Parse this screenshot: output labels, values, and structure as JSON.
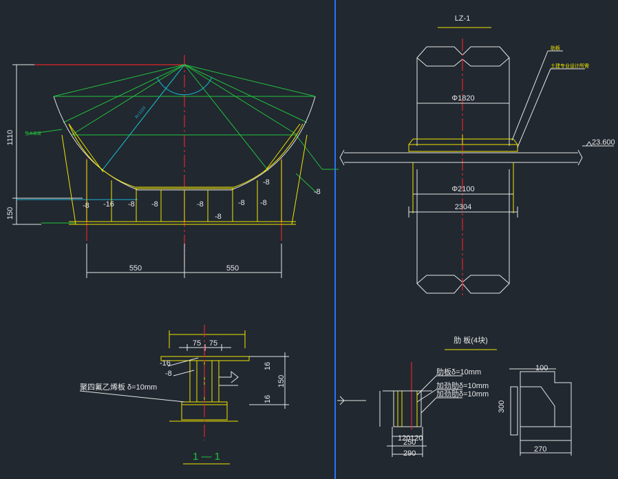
{
  "colors": {
    "background": "#212830",
    "white": "#e8e8e8",
    "yellow": "#f2e600",
    "green": "#22c33b",
    "red": "#e2262a",
    "cyan": "#18b4d8",
    "divider": "#2a72ff"
  },
  "left_view": {
    "dim_height_upper": "1110",
    "dim_height_lower": "150",
    "dim_width_left": "550",
    "dim_width_right": "550",
    "radius_label": "R=1110",
    "side_label": "垫木厚度",
    "small_labels": [
      "-8",
      "-16",
      "-8",
      "-8",
      "-8",
      "-8",
      "-8",
      "-8",
      "-8",
      "-8"
    ]
  },
  "section_1_1": {
    "dim_75_left": "75",
    "dim_75_right": "75",
    "label_plate_a": "-16",
    "label_plate_b": "-8",
    "dim_16": "16",
    "dim_150": "150",
    "dim_16b": "16",
    "pad_note": "聚四氟乙烯板 δ=10mm",
    "title": "1 — 1"
  },
  "column": {
    "title": "LZ-1",
    "note_rib": "肋板",
    "note_steel": "土建专业设计所需",
    "dia_inner": "Φ1820",
    "dia_outer": "Φ2100",
    "width": "2304",
    "elevation": "23.600"
  },
  "rib": {
    "title": "肋 板(4块)",
    "note_1": "肋板δ=10mm",
    "note_2": "加劲肋δ=10mm",
    "note_3": "加劲肋δ=10mm",
    "dim_bottom_a": "250",
    "dim_bottom_b": "290",
    "dim_side_a": "120",
    "dim_side_b": "120",
    "dim_right_top": "100",
    "dim_right_bottom": "270",
    "dim_right_side": "300"
  }
}
